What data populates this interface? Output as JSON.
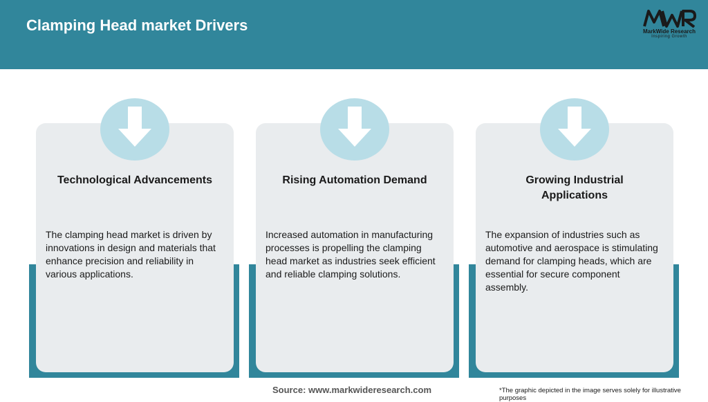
{
  "header": {
    "title": "Clamping Head market Drivers",
    "logo": {
      "mark": "MWR",
      "name": "MarkWide Research",
      "tagline": "Inspiring Growth"
    }
  },
  "colors": {
    "primary": "#31869b",
    "icon_circle": "#b8dde7",
    "card_bg": "#e9ecee"
  },
  "cards": [
    {
      "icon": "down-arrow-icon",
      "title": "Technological Advancements",
      "body": "The clamping head market is driven by innovations in design and materials that enhance precision and reliability in various applications."
    },
    {
      "icon": "down-arrow-icon",
      "title": "Rising Automation Demand",
      "body": "Increased automation in manufacturing processes is propelling the clamping head market as industries seek efficient and reliable clamping solutions."
    },
    {
      "icon": "down-arrow-icon",
      "title": "Growing Industrial Applications",
      "body": "The expansion of industries such as automotive and aerospace is stimulating demand for clamping heads, which are essential for secure component assembly."
    }
  ],
  "footer": {
    "source": "Source: www.markwideresearch.com",
    "note": "*The graphic depicted in the image serves solely for illustrative purposes"
  }
}
